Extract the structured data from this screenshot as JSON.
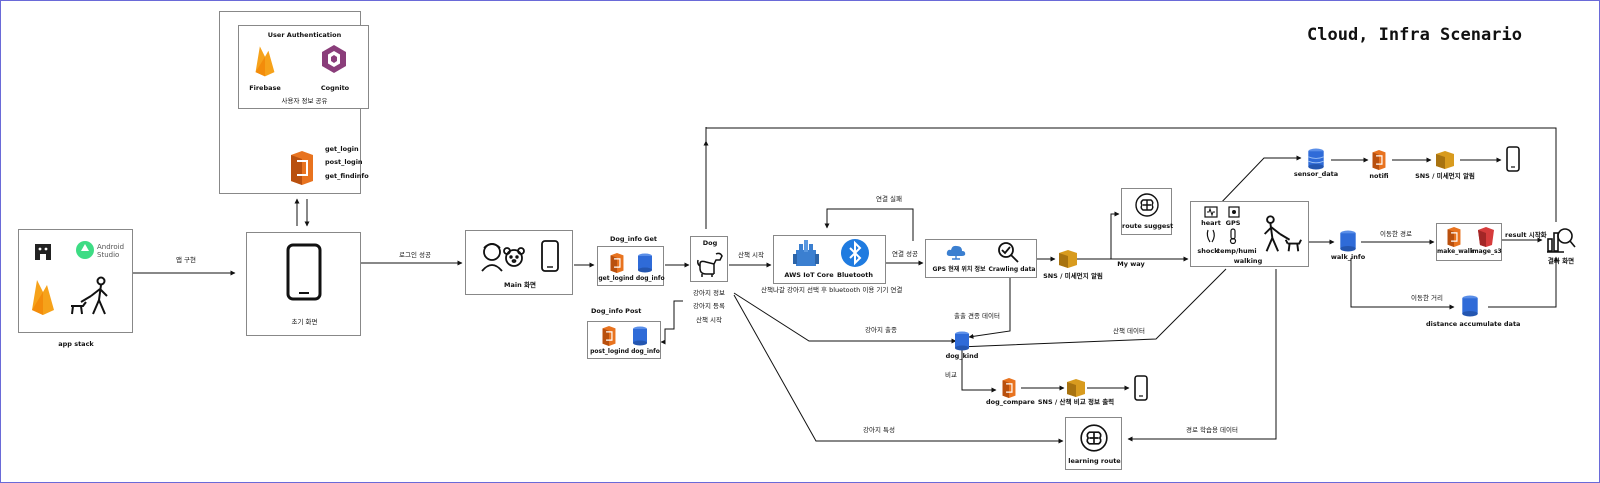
{
  "title": "Cloud, Infra Scenario",
  "app_stack": {
    "label": "app stack",
    "android_studio": [
      "Android",
      "Studio"
    ]
  },
  "app_build_label": "앱 구현",
  "auth": {
    "title": "User Authentication",
    "firebase": "Firebase",
    "cognito": "Cognito",
    "share_label": "사용자 정보 공유"
  },
  "lambda_login": {
    "get_login": "get_login",
    "post_login": "post_login",
    "get_findinfo": "get_findinfo"
  },
  "initial_screen": "초기 화면",
  "login_success": "로그인 성공",
  "main_screen": "Main 화면",
  "dog_info_get": {
    "title": "Dog_info Get",
    "lambda": "get_logind",
    "db": "dog_info"
  },
  "dog_info_post": {
    "title": "Dog_info Post",
    "lambda": "post_logind",
    "db": "dog_info"
  },
  "dog": {
    "label": "Dog",
    "info": "강아지 정보",
    "register": "강아지 등록",
    "walk_start_below": "산책 시작"
  },
  "walk_start": "산책 시작",
  "iot": {
    "core": "AWS IoT Core",
    "bluetooth": "Bluetooth",
    "caption": "산책나갈 강아지 선택 후 bluetooth 이용 기기 연결"
  },
  "connect_fail": "연결 실패",
  "connect_success": "연결 성공",
  "gps_box": {
    "gps": "GPS 현재 위치 정보",
    "crawl": "Crawling data"
  },
  "sns_dust": "SNS / 미세먼지 알림",
  "my_way": "My way",
  "route_suggest": "route suggest",
  "walking": {
    "label": "walking",
    "heart": "heart",
    "gps": "GPS",
    "shock": "shock",
    "temp": "temp/humi"
  },
  "sensor": {
    "db": "sensor_data",
    "lambda": "notifi",
    "sns": "SNS / 미세먼지 알림"
  },
  "walk_info": "walk_info",
  "moved_route": "이동한 경로",
  "make_walk": "make_walk",
  "image_s3": "image_s3",
  "result_start": "result 시작화",
  "result_screen": "결과 화면",
  "moved_distance": "이동한 거리",
  "distance_db": "distance accumulate data",
  "breed_appear": "출출 견종 데이터",
  "dog_appear": "강아지 출종",
  "walk_data": "산책 데이터",
  "dog_kind": "dog_kind",
  "compare": "비교",
  "dog_compare": "dog_compare",
  "sns_compare": "SNS / 산책 비교 정보 출력",
  "dog_trait": "강아지 특성",
  "route_learning_data": "경로 학습용 데이터",
  "learning_route": "learning route",
  "colors": {
    "lambda": "#e8731f",
    "lambda_dark": "#b9500e",
    "dynamo": "#2f6bd8",
    "sns": "#d89b1e",
    "iot": "#3b7fd0",
    "firebase": "#f6a21a",
    "cognito": "#8a3d7a",
    "s3": "#d63b3b",
    "border": "#6a6ad8"
  }
}
